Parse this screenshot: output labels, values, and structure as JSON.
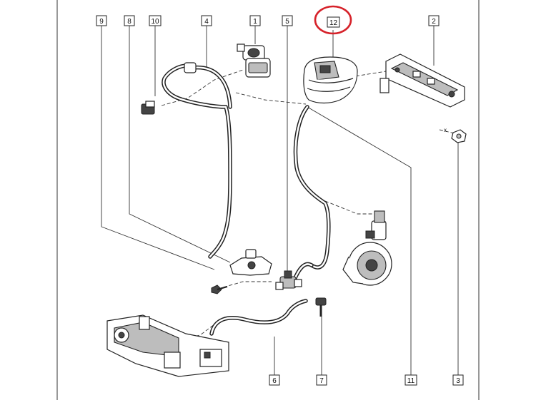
{
  "callouts": {
    "c9": "9",
    "c8": "8",
    "c10": "10",
    "c4": "4",
    "c1": "1",
    "c5": "5",
    "c12": "12",
    "c2": "2",
    "c6": "6",
    "c7": "7",
    "c11": "11",
    "c3": "3"
  },
  "annotations": {
    "x_mark": "x"
  },
  "highlight": {
    "color": "#d6222a",
    "target": "12"
  }
}
